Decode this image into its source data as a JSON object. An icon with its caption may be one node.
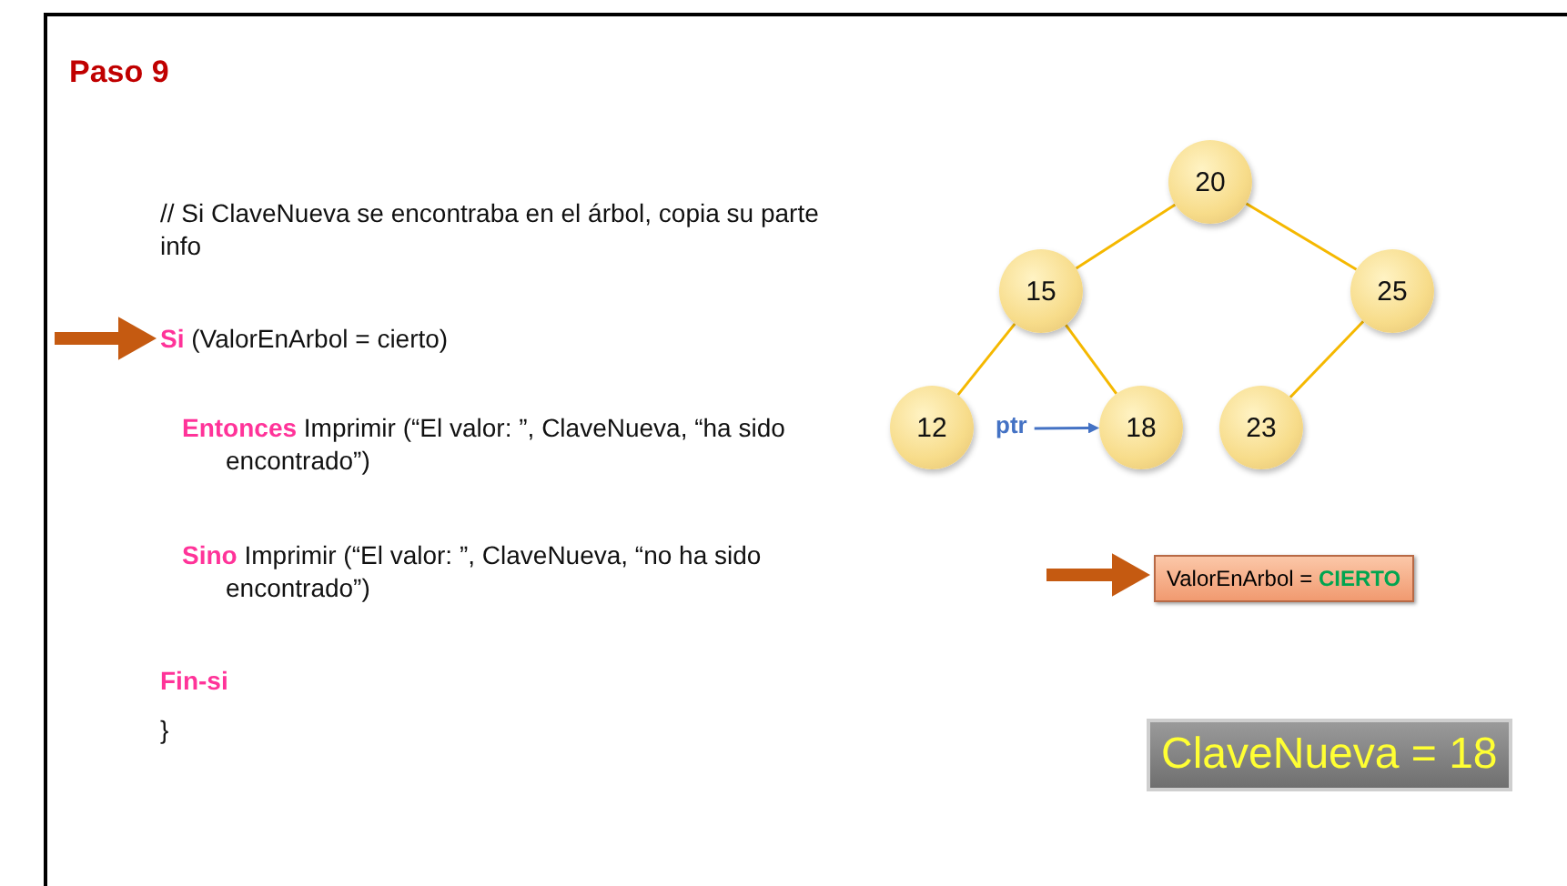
{
  "diagram": {
    "title": "Paso 9",
    "nodes": [
      {
        "text": [
          "20"
        ]
      },
      {
        "text": [
          "15"
        ]
      },
      {
        "text": [
          "25"
        ]
      },
      {
        "text": [
          "12"
        ]
      },
      {
        "text": [
          "ptr"
        ]
      },
      {
        "text": [
          "18"
        ]
      },
      {
        "text": [
          "23"
        ]
      },
      {
        "text": [
          "**Si** (ValorEnArbol = cierto)"
        ]
      },
      {
        "text": [
          "ValorEnArbol = **CIERTO**"
        ]
      },
      {
        "text": [
          "ClaveNueva =  18"
        ]
      }
    ],
    "edges": [
      {
        "from": 0,
        "to": 1,
        "arrow": "none"
      },
      {
        "from": 0,
        "to": 2,
        "arrow": "none"
      },
      {
        "from": 1,
        "to": 3,
        "arrow": "none"
      },
      {
        "from": 1,
        "to": 5,
        "arrow": "none"
      },
      {
        "from": 2,
        "to": 6,
        "arrow": "none"
      },
      {
        "from": 4,
        "to": 5,
        "arrow": "to",
        "color": "#4472c4"
      },
      {
        "from": null,
        "to": 7,
        "arrow": "to",
        "style": "thick",
        "color": "#c55a11"
      },
      {
        "from": null,
        "to": 8,
        "arrow": "to",
        "style": "thick",
        "color": "#c55a11"
      }
    ],
    "labels": [
      "// Si ClaveNueva se encontraba en el árbol, copia su parte info",
      "**Entonces** Imprimir (“El valor: ”, ClaveNueva,  “ha sido encontrado”)",
      "**Sino** Imprimir (“El valor: ”, ClaveNueva,  “no ha sido encontrado”)",
      "Fin-si",
      "}"
    ]
  }
}
